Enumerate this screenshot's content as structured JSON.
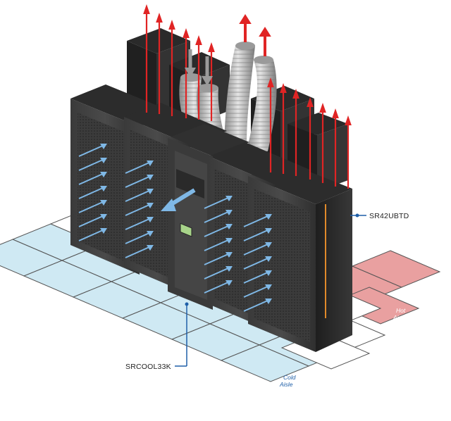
{
  "callouts": {
    "rack": "SR42UBTD",
    "cooler": "SRCOOL33K"
  },
  "aisles": {
    "cold": {
      "line1": "Cold",
      "line2": "Aisle"
    },
    "hot": {
      "line1": "Hot",
      "line2": "Aisle"
    }
  },
  "colors": {
    "cold_aisle": "#cfe9f3",
    "hot_aisle": "#e9a0a0",
    "hot_air": "#e02424",
    "cold_air": "#7fb8e6",
    "callout_line": "#1f5fa8",
    "rack_body": "#2b2b2b"
  }
}
